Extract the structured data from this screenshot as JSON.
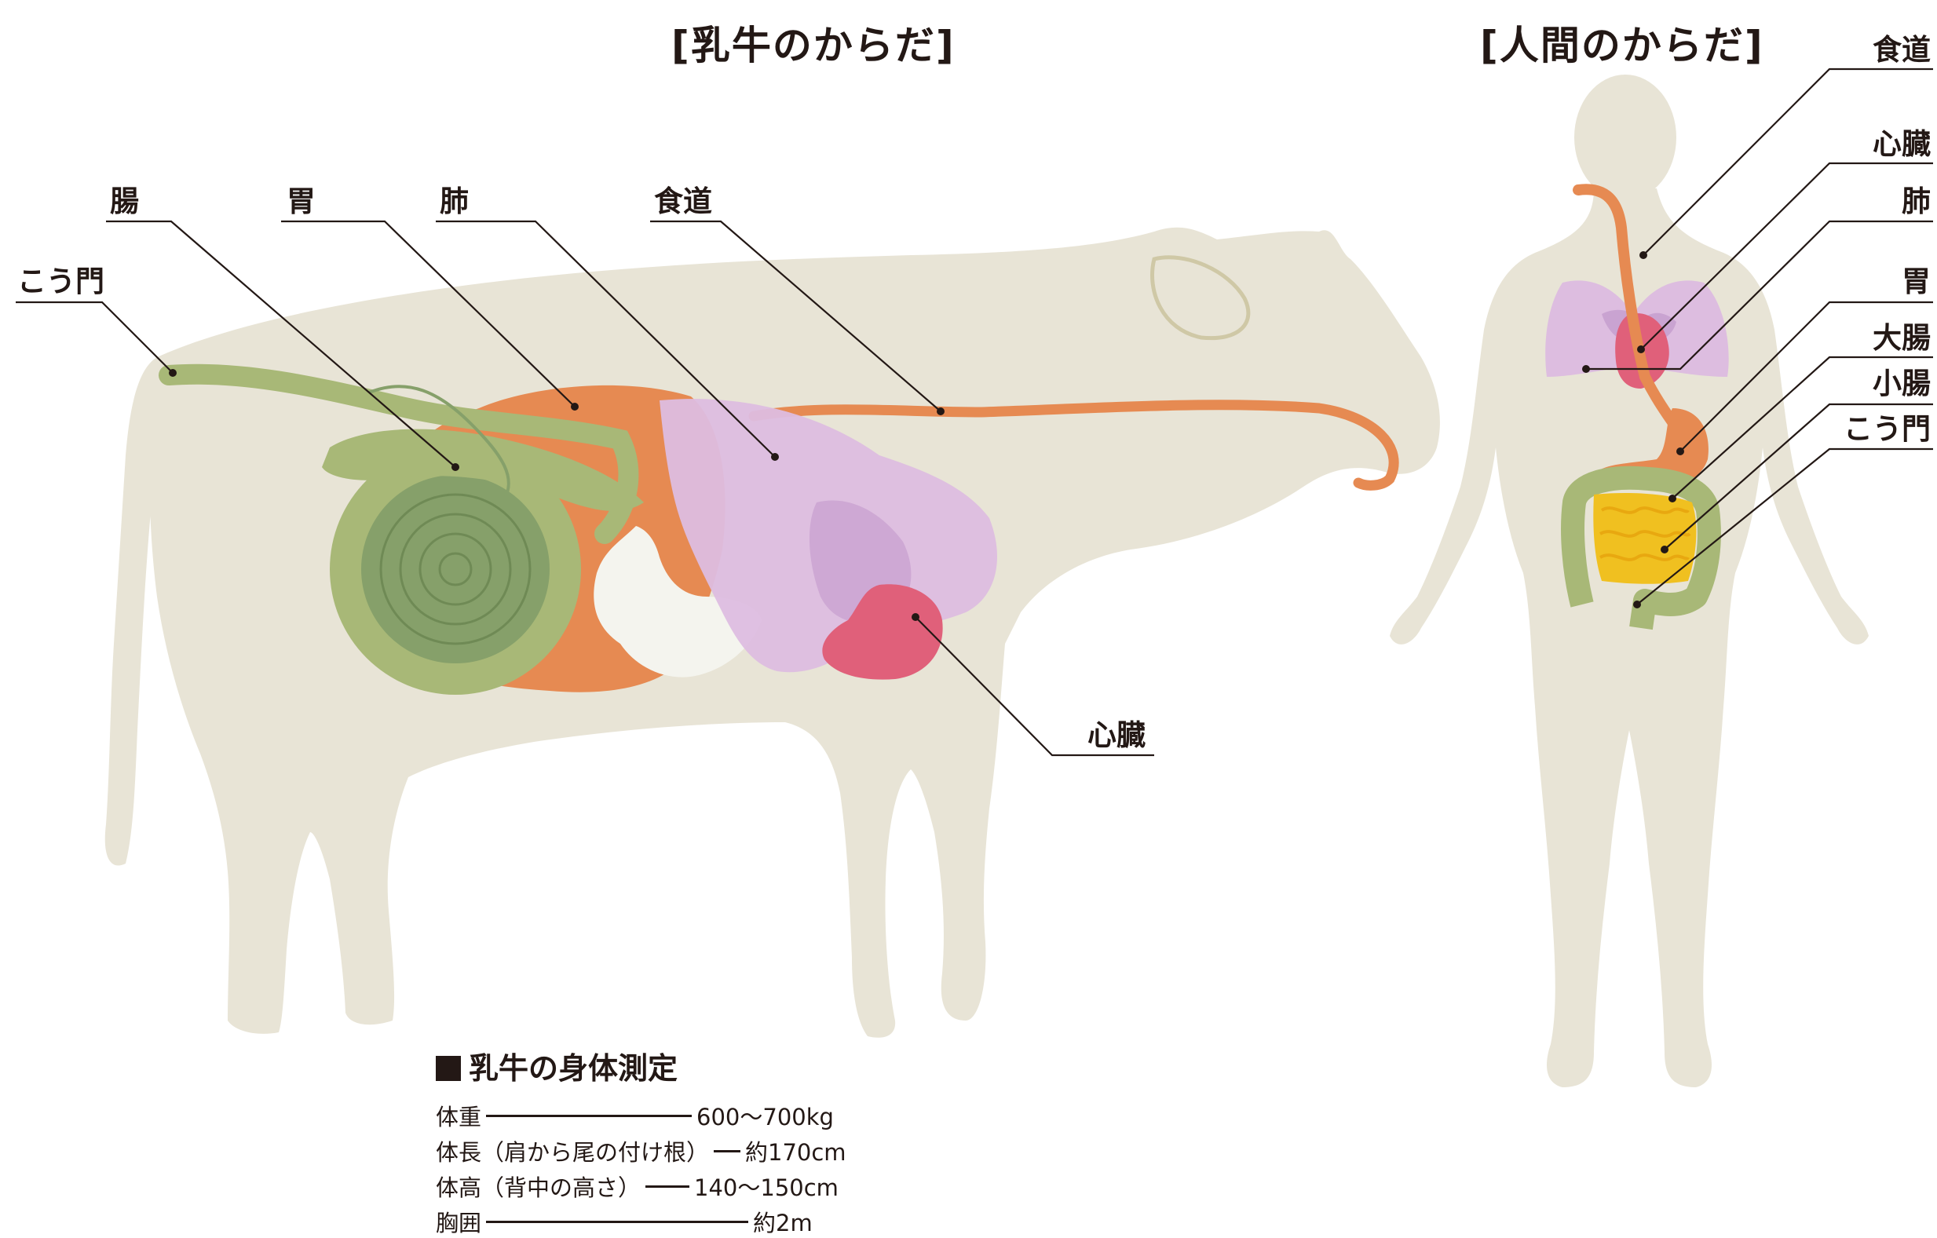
{
  "titles": {
    "cow": "[乳牛のからだ]",
    "human": "[人間のからだ]"
  },
  "cow_labels": {
    "pylorus": "こう門",
    "intestine": "腸",
    "stomach": "胃",
    "lung": "肺",
    "esophagus": "食道",
    "heart": "心臓"
  },
  "human_labels": {
    "esophagus": "食道",
    "heart": "心臓",
    "lung": "肺",
    "stomach": "胃",
    "large_intestine": "大腸",
    "small_intestine": "小腸",
    "pylorus": "こう門"
  },
  "measurements": {
    "heading": "乳牛の身体測定",
    "rows": [
      {
        "label": "体重",
        "value": "600〜700kg"
      },
      {
        "label": "体長（肩から尾の付け根）",
        "value": "約170cm"
      },
      {
        "label": "体高（背中の高さ）",
        "value": "140〜150cm"
      },
      {
        "label": "胸囲",
        "value": "約2m"
      }
    ]
  },
  "colors": {
    "body": "#e8e4d6",
    "body_outline": "#d6d0b4",
    "esophagus_stomach": "#e68a52",
    "intestine": "#a8b877",
    "intestine_dark": "#86a06a",
    "lung": "#ddbde0",
    "lung_dark": "#c9a3d1",
    "heart": "#e0607a",
    "small_intestine": "#f0c020",
    "omasum": "#f4f4ee",
    "line": "#231815"
  }
}
